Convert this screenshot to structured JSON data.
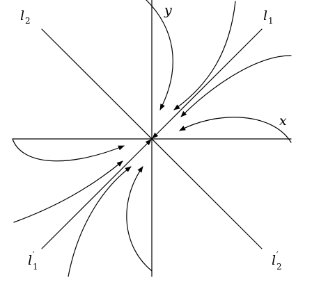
{
  "diagram": {
    "labels": {
      "y_axis": "y",
      "x_axis": "x",
      "l1": {
        "base": "l",
        "subscript": "1",
        "prime": ""
      },
      "l2": {
        "base": "l",
        "subscript": "2",
        "prime": ""
      },
      "l1_prime": {
        "base": "l",
        "subscript": "1",
        "prime": "′"
      },
      "l2_prime": {
        "base": "l",
        "subscript": "2",
        "prime": "′"
      }
    },
    "colors": {
      "stroke": "#000000",
      "background": "#ffffff"
    }
  }
}
